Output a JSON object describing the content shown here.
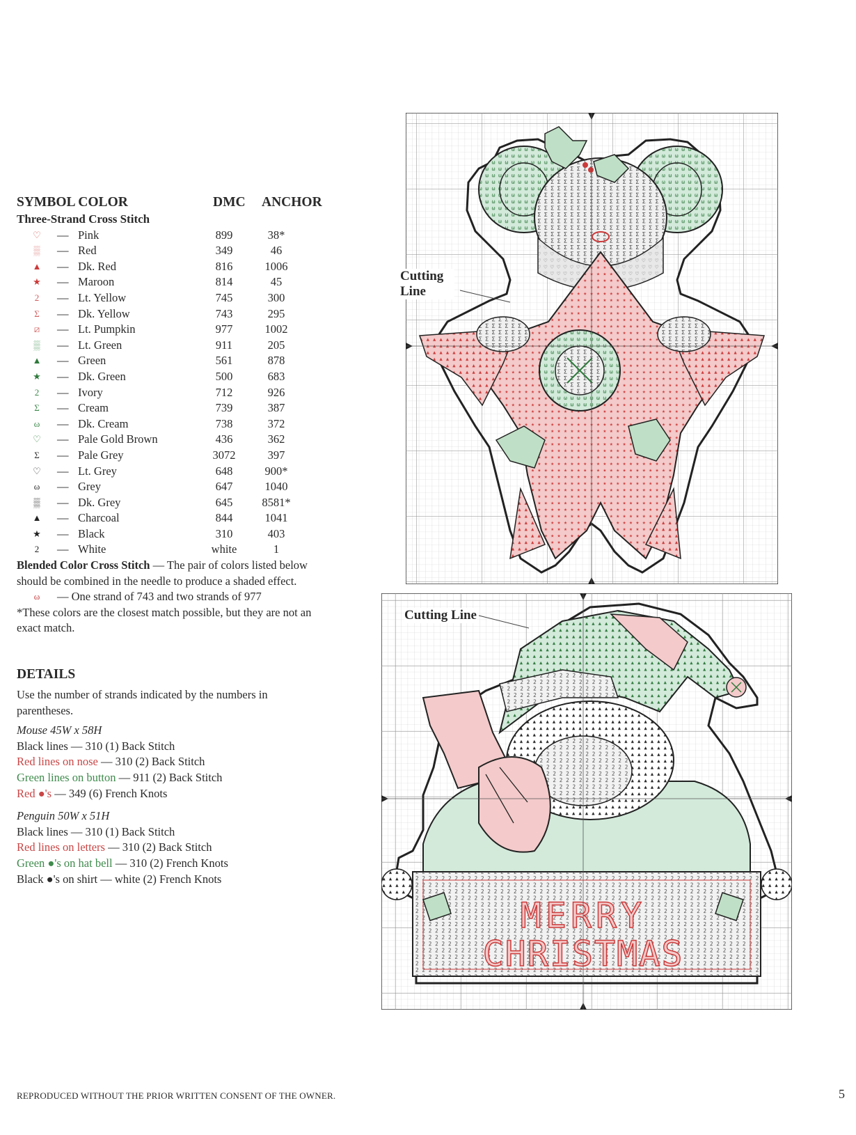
{
  "key": {
    "headers": {
      "symbol_color": "SYMBOL COLOR",
      "dmc": "DMC",
      "anchor": "ANCHOR"
    },
    "section_title": "Three-Strand Cross Stitch",
    "rows": [
      {
        "sym": "♡",
        "symcolor": "#d55d5d",
        "name": "Pink",
        "dmc": "899",
        "anchor": "38*"
      },
      {
        "sym": "▒",
        "symcolor": "#e08a8a",
        "name": "Red",
        "dmc": "349",
        "anchor": "46"
      },
      {
        "sym": "▲",
        "symcolor": "#cc3a3a",
        "name": "Dk. Red",
        "dmc": "816",
        "anchor": "1006"
      },
      {
        "sym": "★",
        "symcolor": "#cc3a3a",
        "name": "Maroon",
        "dmc": "814",
        "anchor": "45"
      },
      {
        "sym": "2",
        "symcolor": "#d55d5d",
        "name": "Lt. Yellow",
        "dmc": "745",
        "anchor": "300"
      },
      {
        "sym": "Σ",
        "symcolor": "#d55d5d",
        "name": "Dk. Yellow",
        "dmc": "743",
        "anchor": "295"
      },
      {
        "sym": "⧄",
        "symcolor": "#d55d5d",
        "name": "Lt. Pumpkin",
        "dmc": "977",
        "anchor": "1002"
      },
      {
        "sym": "▒",
        "symcolor": "#6aa878",
        "name": "Lt. Green",
        "dmc": "911",
        "anchor": "205"
      },
      {
        "sym": "▲",
        "symcolor": "#2f7a3c",
        "name": "Green",
        "dmc": "561",
        "anchor": "878"
      },
      {
        "sym": "★",
        "symcolor": "#2f7a3c",
        "name": "Dk. Green",
        "dmc": "500",
        "anchor": "683"
      },
      {
        "sym": "2",
        "symcolor": "#3f8a4c",
        "name": "Ivory",
        "dmc": "712",
        "anchor": "926"
      },
      {
        "sym": "Σ",
        "symcolor": "#3f8a4c",
        "name": "Cream",
        "dmc": "739",
        "anchor": "387"
      },
      {
        "sym": "ω",
        "symcolor": "#3f8a4c",
        "name": "Dk. Cream",
        "dmc": "738",
        "anchor": "372"
      },
      {
        "sym": "♡",
        "symcolor": "#3f8a4c",
        "name": "Pale Gold Brown",
        "dmc": "436",
        "anchor": "362"
      },
      {
        "sym": "Σ",
        "symcolor": "#333333",
        "name": "Pale Grey",
        "dmc": "3072",
        "anchor": "397"
      },
      {
        "sym": "♡",
        "symcolor": "#333333",
        "name": "Lt. Grey",
        "dmc": "648",
        "anchor": "900*"
      },
      {
        "sym": "ω",
        "symcolor": "#333333",
        "name": "Grey",
        "dmc": "647",
        "anchor": "1040"
      },
      {
        "sym": "▒",
        "symcolor": "#333333",
        "name": "Dk. Grey",
        "dmc": "645",
        "anchor": "8581*"
      },
      {
        "sym": "▲",
        "symcolor": "#222222",
        "name": "Charcoal",
        "dmc": "844",
        "anchor": "1041"
      },
      {
        "sym": "★",
        "symcolor": "#222222",
        "name": "Black",
        "dmc": "310",
        "anchor": "403"
      },
      {
        "sym": "2",
        "symcolor": "#222222",
        "name": "White",
        "dmc": "white",
        "anchor": "1"
      }
    ],
    "blended_title": "Blended Color Cross Stitch",
    "blended_text": " — The pair of colors listed below should be combined in the needle to produce a shaded effect.",
    "blended_sym": "ω",
    "blended_row": "—    One strand of 743 and two strands of 977",
    "footnote": "*These colors are the closest match possible, but they are not an exact match."
  },
  "details": {
    "title": "DETAILS",
    "intro": "Use the number of strands indicated by the numbers in parentheses.",
    "mouse_title": "Mouse 45W x 58H",
    "mouse_lines": [
      {
        "label": "Black lines",
        "rest": " — 310 (1) Back Stitch",
        "color": "black"
      },
      {
        "label": "Red lines on nose",
        "rest": " — 310 (2) Back Stitch",
        "color": "red"
      },
      {
        "label": "Green lines on button",
        "rest": " — 911 (2) Back Stitch",
        "color": "green"
      },
      {
        "label": "Red ●'s",
        "rest": " — 349 (6) French Knots",
        "color": "red"
      }
    ],
    "penguin_title": "Penguin 50W x 51H",
    "penguin_lines": [
      {
        "label": "Black lines",
        "rest": " — 310 (1) Back Stitch",
        "color": "black"
      },
      {
        "label": "Red lines on letters",
        "rest": " — 310 (2) Back Stitch",
        "color": "red"
      },
      {
        "label": "Green ●'s on hat bell",
        "rest": " — 310 (2) French Knots",
        "color": "green"
      },
      {
        "label": "Black ●'s on shirt",
        "rest": " — white (2) French Knots",
        "color": "black"
      }
    ]
  },
  "charts": {
    "cutting_line_1": "Cutting\nLine",
    "cutting_line_2": "Cutting Line",
    "letters_row1": "MERRY",
    "letters_row2": "CHRISTMAS"
  },
  "footer": "REPRODUCED WITHOUT THE PRIOR WRITTEN CONSENT OF THE OWNER.",
  "page_number": "5",
  "colors": {
    "pink": "#f2c6c6",
    "green": "#cfe6d2",
    "red": "#cc3a3a",
    "dkgreen": "#2f7a3c",
    "grid": "#c9c9c9"
  }
}
